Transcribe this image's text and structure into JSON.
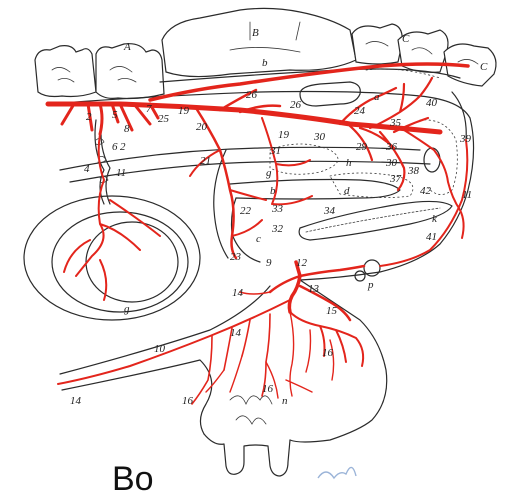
{
  "caption": "Bo",
  "colors": {
    "artery": "#e3251c",
    "outline": "#2b2b2b"
  },
  "labels": {
    "A": "A",
    "B": "B",
    "C1": "C",
    "C2": "C",
    "a": "a",
    "b": "b",
    "c": "c",
    "d": "d",
    "g1": "g",
    "g2": "g",
    "h": "h",
    "k": "k",
    "n": "n",
    "p": "p",
    "n2": "2",
    "n2b": "2",
    "n4": "4",
    "n5": "5",
    "n6": "6",
    "n7": "7",
    "n8": "8",
    "n9": "9",
    "n10": "10",
    "n11": "11",
    "n12": "12",
    "n13": "13",
    "n14a": "14",
    "n14b": "14",
    "n14c": "14",
    "n15": "15",
    "n16a": "16",
    "n16b": "16",
    "n16c": "16",
    "n19a": "19",
    "n19b": "19",
    "n20": "20",
    "n21": "21",
    "n22": "22",
    "n23": "23",
    "n24": "24",
    "n25": "25",
    "n26a": "26",
    "n26b": "26",
    "n29": "29",
    "n30a": "30",
    "n30b": "30",
    "n31": "31",
    "n32": "32",
    "n33": "33",
    "n34": "34",
    "n35": "35",
    "n36": "36",
    "n37": "37",
    "n38": "38",
    "n39": "39",
    "n40": "40",
    "n41": "41",
    "n42": "42"
  }
}
